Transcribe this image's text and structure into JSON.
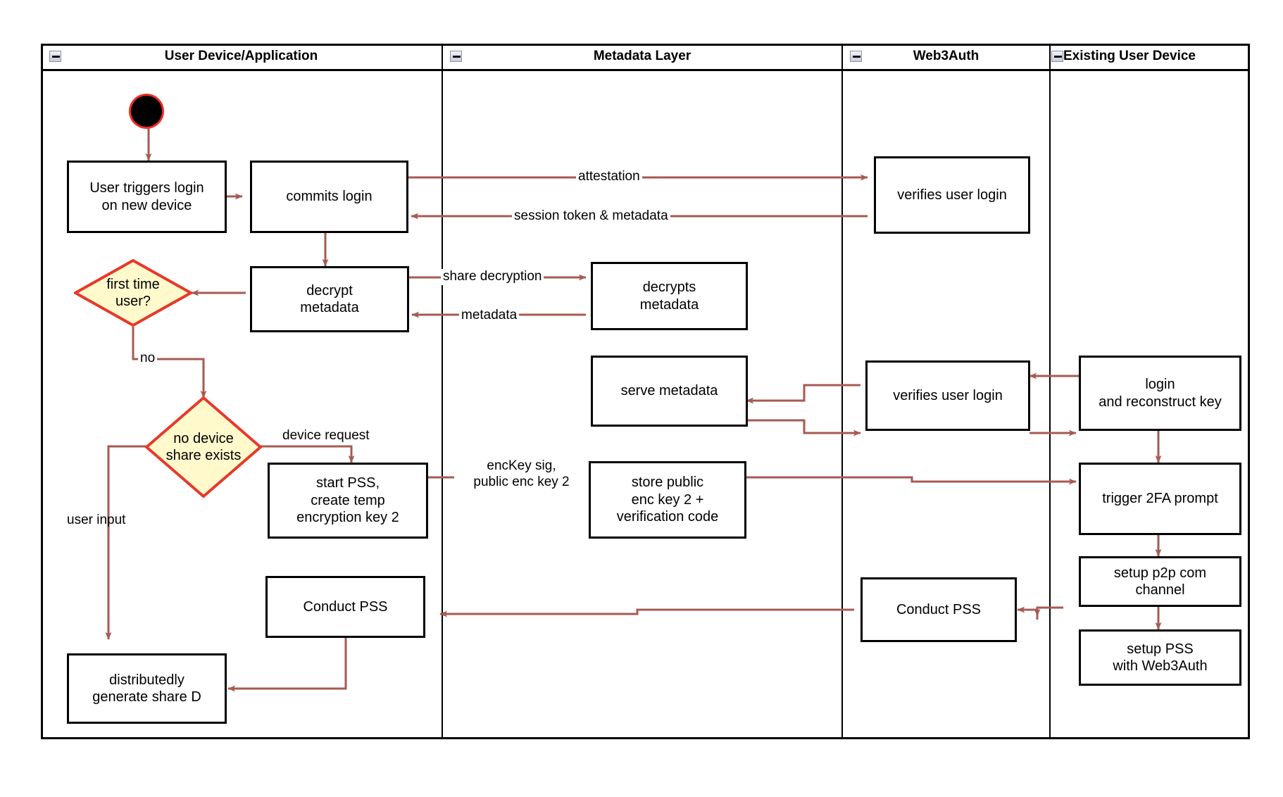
{
  "diagram": {
    "type": "uml-activity-swimlane",
    "title": "Web3Auth new-device login and PSS flow",
    "colors": {
      "arrow": "#a65a52",
      "node_border": "#000000",
      "node_fill": "#ffffff",
      "decision_fill": "#fff9cc",
      "decision_border": "#e8382a",
      "start_fill": "#000000",
      "start_ring": "#ee2c28",
      "lane_border": "#000000"
    },
    "lanes": [
      {
        "id": "user-device-application",
        "label": "User Device/Application",
        "collapse_icon": "collapse-minus-icon"
      },
      {
        "id": "metadata-layer",
        "label": "Metadata Layer",
        "collapse_icon": "collapse-minus-icon"
      },
      {
        "id": "web3auth",
        "label": "Web3Auth",
        "collapse_icon": "collapse-minus-icon"
      },
      {
        "id": "existing-user-device",
        "label": "Existing User Device",
        "collapse_icon": "collapse-minus-icon"
      }
    ],
    "start_node": {
      "name": "start-node",
      "lane": "user-device-application"
    },
    "nodes": [
      {
        "id": "user-triggers-login",
        "lane": "user-device-application",
        "text": "User triggers login\non new device"
      },
      {
        "id": "commits-login",
        "lane": "user-device-application",
        "text": "commits login"
      },
      {
        "id": "decrypt-metadata",
        "lane": "user-device-application",
        "text": "decrypt\nmetadata"
      },
      {
        "id": "start-pss",
        "lane": "user-device-application",
        "text": "start PSS,\ncreate temp\nencryption key 2"
      },
      {
        "id": "conduct-pss-user",
        "lane": "user-device-application",
        "text": "Conduct PSS"
      },
      {
        "id": "distributedly-generate-share-d",
        "lane": "user-device-application",
        "text": "distributedly\ngenerate share D"
      },
      {
        "id": "decrypts-metadata",
        "lane": "metadata-layer",
        "text": "decrypts\nmetadata"
      },
      {
        "id": "serve-metadata",
        "lane": "metadata-layer",
        "text": "serve metadata"
      },
      {
        "id": "store-public-enc-key-2",
        "lane": "metadata-layer",
        "text": "store public\nenc key 2 +\nverification code"
      },
      {
        "id": "verifies-user-login-1",
        "lane": "web3auth",
        "text": "verifies user login"
      },
      {
        "id": "verifies-user-login-2",
        "lane": "web3auth",
        "text": "verifies user login"
      },
      {
        "id": "conduct-pss-web3auth",
        "lane": "web3auth",
        "text": "Conduct PSS"
      },
      {
        "id": "login-and-reconstruct-key",
        "lane": "existing-user-device",
        "text": "login\nand reconstruct key"
      },
      {
        "id": "trigger-2fa-prompt",
        "lane": "existing-user-device",
        "text": "trigger 2FA prompt"
      },
      {
        "id": "setup-p2p-com-channel",
        "lane": "existing-user-device",
        "text": "setup p2p com\nchannel"
      },
      {
        "id": "setup-pss-with-web3auth",
        "lane": "existing-user-device",
        "text": "setup PSS\nwith Web3Auth"
      }
    ],
    "decisions": [
      {
        "id": "first-time-user",
        "lane": "user-device-application",
        "text": "first time\nuser?"
      },
      {
        "id": "no-device-share-exists",
        "lane": "user-device-application",
        "text": "no device\nshare exists"
      }
    ],
    "edge_labels": [
      {
        "id": "attestation",
        "text": "attestation"
      },
      {
        "id": "session-token-metadata",
        "text": "session token & metadata"
      },
      {
        "id": "share-decryption",
        "text": "share decryption"
      },
      {
        "id": "metadata",
        "text": "metadata"
      },
      {
        "id": "no",
        "text": "no"
      },
      {
        "id": "user-input",
        "text": "user input"
      },
      {
        "id": "device-request",
        "text": "device request"
      },
      {
        "id": "enckey-sig",
        "text": "encKey sig,\npublic enc key 2"
      }
    ],
    "node_text": {
      "user_triggers_login_l1": "User triggers login",
      "user_triggers_login_l2": "on new device",
      "commits_login": "commits login",
      "decrypt_metadata_l1": "decrypt",
      "decrypt_metadata_l2": "metadata",
      "start_pss_l1": "start PSS,",
      "start_pss_l2": "create temp",
      "start_pss_l3": "encryption key 2",
      "conduct_pss_user": "Conduct PSS",
      "share_d_l1": "distributedly",
      "share_d_l2": "generate share D",
      "decrypts_metadata_l1": "decrypts",
      "decrypts_metadata_l2": "metadata",
      "serve_metadata": "serve metadata",
      "store_key_l1": "store public",
      "store_key_l2": "enc key 2 +",
      "store_key_l3": "verification code",
      "verifies_user_login_1": "verifies user login",
      "verifies_user_login_2": "verifies user login",
      "conduct_pss_web3auth": "Conduct PSS",
      "login_reconstruct_l1": "login",
      "login_reconstruct_l2": "and reconstruct key",
      "trigger_2fa": "trigger 2FA prompt",
      "setup_p2p_l1": "setup p2p com",
      "setup_p2p_l2": "channel",
      "setup_pss_l1": "setup PSS",
      "setup_pss_l2": "with Web3Auth",
      "first_time_user_l1": "first time",
      "first_time_user_l2": "user?",
      "no_device_share_l1": "no device",
      "no_device_share_l2": "share exists"
    }
  }
}
